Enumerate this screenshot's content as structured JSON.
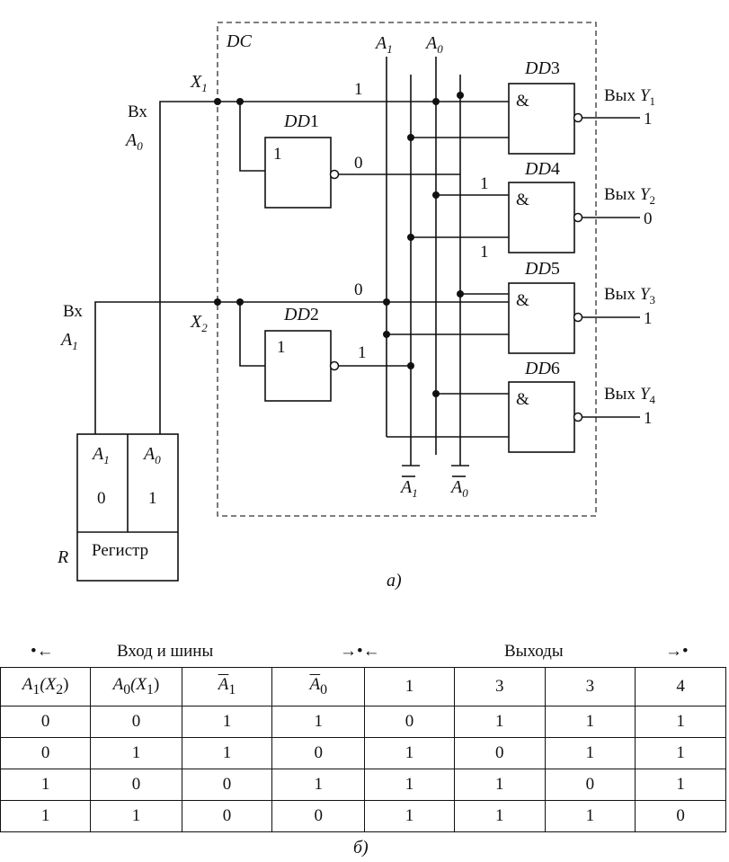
{
  "scheme": {
    "block_label": "DC",
    "input_left_top": {
      "line1": "Вх",
      "line2_base": "A",
      "line2_sub": "0"
    },
    "input_left_bottom": {
      "line1": "Вх",
      "line2_base": "A",
      "line2_sub": "1"
    },
    "x1": {
      "base": "X",
      "sub": "1"
    },
    "x2": {
      "base": "X",
      "sub": "2"
    },
    "bus_top_a1": {
      "base": "A",
      "sub": "1"
    },
    "bus_top_a0": {
      "base": "A",
      "sub": "0"
    },
    "bus_bottom_a1": {
      "base": "A",
      "sub": "1"
    },
    "bus_bottom_a0": {
      "base": "A",
      "sub": "0"
    },
    "inverters": [
      {
        "name": "DD",
        "num": "1",
        "symbol": "1",
        "in_val": "1",
        "out_val": "0"
      },
      {
        "name": "DD",
        "num": "2",
        "symbol": "1",
        "in_val": "0",
        "out_val": "1"
      }
    ],
    "and_gates": [
      {
        "name": "DD",
        "num": "3",
        "symbol": "&",
        "out_label": "Вых",
        "y_base": "Y",
        "y_sub": "1",
        "out_val": "1"
      },
      {
        "name": "DD",
        "num": "4",
        "symbol": "&",
        "out_label": "Вых",
        "y_base": "Y",
        "y_sub": "2",
        "out_val": "0"
      },
      {
        "name": "DD",
        "num": "5",
        "symbol": "&",
        "out_label": "Вых",
        "y_base": "Y",
        "y_sub": "3",
        "out_val": "1"
      },
      {
        "name": "DD",
        "num": "6",
        "symbol": "&",
        "out_label": "Вых",
        "y_base": "Y",
        "y_sub": "4",
        "out_val": "1"
      }
    ],
    "dd4_input_values": [
      "1",
      "1"
    ],
    "register": {
      "cells": [
        {
          "base": "A",
          "sub": "1",
          "value": "0"
        },
        {
          "base": "A",
          "sub": "0",
          "value": "1"
        }
      ],
      "name": "Регистр",
      "letter": "R"
    },
    "caption": "a)"
  },
  "table": {
    "group_inputs": "Вход и шины",
    "group_outputs": "Выходы",
    "arrow_start": "•←",
    "arrow_mid": "→•←",
    "arrow_end": "→•",
    "headers": [
      {
        "main": "A",
        "sub": "1",
        "rest": "(X",
        "rest_sub": "2",
        "tail": ")"
      },
      {
        "main": "A",
        "sub": "0",
        "rest": "(X",
        "rest_sub": "1",
        "tail": ")"
      },
      {
        "main": "A",
        "sub": "1",
        "overline": true
      },
      {
        "main": "A",
        "sub": "0",
        "overline": true
      },
      {
        "text": "1"
      },
      {
        "text": "3"
      },
      {
        "text": "3"
      },
      {
        "text": "4"
      }
    ],
    "rows": [
      [
        "0",
        "0",
        "1",
        "1",
        "0",
        "1",
        "1",
        "1"
      ],
      [
        "0",
        "1",
        "1",
        "0",
        "1",
        "0",
        "1",
        "1"
      ],
      [
        "1",
        "0",
        "0",
        "1",
        "1",
        "1",
        "0",
        "1"
      ],
      [
        "1",
        "1",
        "0",
        "0",
        "1",
        "1",
        "1",
        "0"
      ]
    ],
    "caption": "б)"
  }
}
